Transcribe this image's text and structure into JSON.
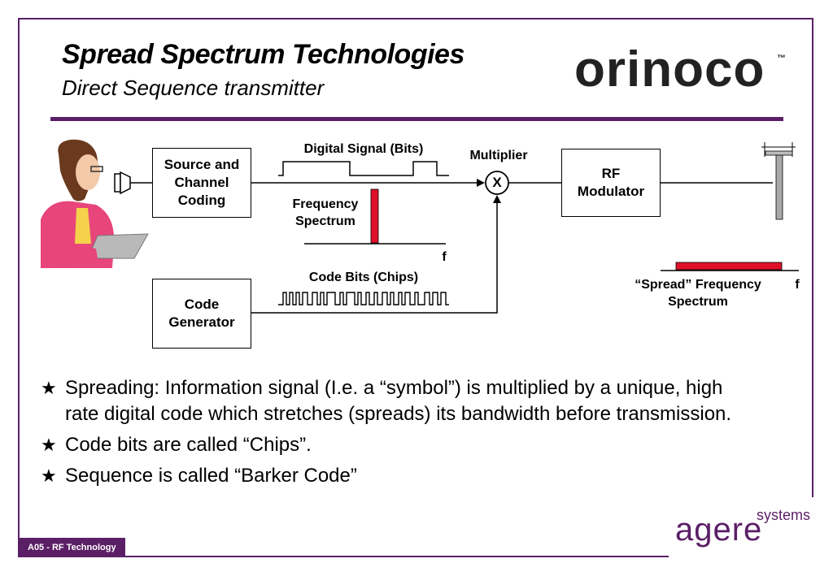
{
  "slide": {
    "title": "Spread Spectrum Technologies",
    "subtitle": "Direct Sequence transmitter"
  },
  "logos": {
    "orinoco": "orinoco",
    "orinoco_tm": "™",
    "agere": "agere",
    "agere_systems": "systems"
  },
  "diagram": {
    "source_coding": "Source and\nChannel\nCoding",
    "code_generator": "Code\nGenerator",
    "rf_modulator": "RF\nModulator",
    "multiplier_label": "Multiplier",
    "multiplier_symbol": "X",
    "digital_signal_label": "Digital Signal (Bits)",
    "frequency_spectrum_label": "Frequency\nSpectrum",
    "freq_axis_label": "f",
    "code_bits_label": "Code Bits (Chips)",
    "spread_spectrum_label": "“Spread” Frequency\nSpectrum",
    "spread_axis_label": "f",
    "colors": {
      "signal_red": "#e0102a",
      "accent_purple": "#5b1f66"
    }
  },
  "bullets": [
    "Spreading: Information signal (I.e. a “symbol”) is multiplied by a unique, high rate digital code which stretches (spreads)  its bandwidth before transmission.",
    "Code bits are called “Chips”.",
    "Sequence is called “Barker Code”"
  ],
  "footer": {
    "tab_label": "A05 -  RF Technology"
  }
}
